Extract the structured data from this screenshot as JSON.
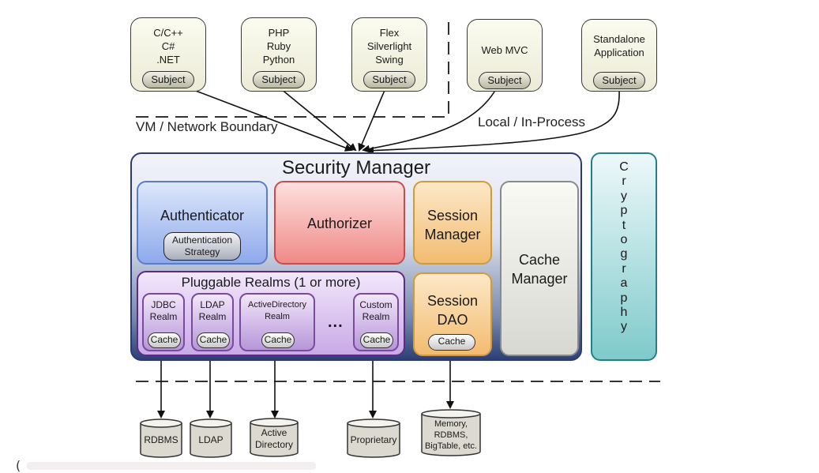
{
  "diagram": {
    "title": "Apache Shiro Architecture",
    "clients": [
      {
        "name": "client-cpp-csharp-dotnet",
        "label": "C/C++\nC#\n.NET",
        "subject": "Subject"
      },
      {
        "name": "client-php-ruby-python",
        "label": "PHP\nRuby\nPython",
        "subject": "Subject"
      },
      {
        "name": "client-flex-silverlight-swing",
        "label": "Flex\nSilverlight\nSwing",
        "subject": "Subject"
      },
      {
        "name": "client-web-mvc",
        "label": "Web MVC",
        "subject": "Subject"
      },
      {
        "name": "client-standalone-application",
        "label": "Standalone\nApplication",
        "subject": "Subject"
      }
    ],
    "boundaries": {
      "vm_network": "VM / Network Boundary",
      "local_in_process": "Local / In-Process"
    },
    "security_manager": {
      "title": "Security Manager",
      "authenticator": {
        "label": "Authenticator",
        "strategy": "Authentication\nStrategy"
      },
      "authorizer": {
        "label": "Authorizer"
      },
      "session_manager": {
        "label": "Session\nManager"
      },
      "session_dao": {
        "label": "Session\nDAO",
        "cache": "Cache"
      },
      "cache_manager": {
        "label": "Cache\nManager"
      },
      "realms": {
        "title": "Pluggable Realms (1 or more)",
        "items": [
          {
            "label": "JDBC\nRealm",
            "cache": "Cache"
          },
          {
            "label": "LDAP\nRealm",
            "cache": "Cache"
          },
          {
            "label": "ActiveDirectory\nRealm",
            "cache": "Cache"
          },
          {
            "label": "Custom\nRealm",
            "cache": "Cache"
          }
        ],
        "ellipsis": "..."
      }
    },
    "cryptography": {
      "label": "C\nr\ny\np\nt\no\ng\nr\na\np\nh\ny"
    },
    "datastores": [
      {
        "label": "RDBMS"
      },
      {
        "label": "LDAP"
      },
      {
        "label": "Active\nDirectory"
      },
      {
        "label": "Proprietary"
      },
      {
        "label": "Memory,\nRDBMS,\nBigTable, etc."
      }
    ],
    "colors": {
      "security_manager_border": "#2c3a7a",
      "authenticator": "#8ea9ec",
      "authorizer": "#ef8a88",
      "session": "#f2bc70",
      "cache_manager": "#d8d8d2",
      "realms": "#c9a9e6",
      "cryptography": "#7fcacb"
    }
  },
  "footer_code": {
    "paren": "("
  }
}
